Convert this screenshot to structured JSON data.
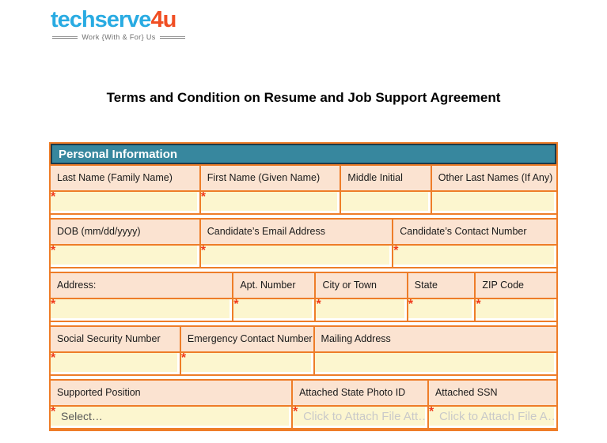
{
  "logo": {
    "brand_primary": "techserve",
    "brand_accent": "4u",
    "tagline": "Work {With & For} Us",
    "colors": {
      "primary": "#29ABE2",
      "accent": "#F04E23"
    }
  },
  "heading": "Terms and Condition on Resume and Job Support Agreement",
  "form": {
    "section_title": "Personal Information",
    "colors": {
      "header_bg": "#37879E",
      "header_border": "#1C3A4A",
      "cell_border": "#EE7D28",
      "label_bg": "#FBE3D1",
      "input_bg": "#FCF6CF",
      "required_marker": "#F0391B"
    },
    "groups": [
      {
        "fields": [
          {
            "label": "Last Name (Family Name)",
            "marker": "*"
          },
          {
            "label": "First Name (Given Name)",
            "marker": "*"
          },
          {
            "label": "Middle Initial",
            "marker": ""
          },
          {
            "label": "Other Last Names (If Any)",
            "marker": ""
          }
        ]
      },
      {
        "fields": [
          {
            "label": "DOB (mm/dd/yyyy)",
            "marker": "*"
          },
          {
            "label": "Candidate’s Email Address",
            "marker": "*"
          },
          {
            "label": "Candidate’s Contact Number",
            "marker": "*"
          }
        ]
      },
      {
        "fields": [
          {
            "label": "Address:",
            "marker": "*"
          },
          {
            "label": "Apt. Number",
            "marker": "*"
          },
          {
            "label": "City or Town",
            "marker": "*"
          },
          {
            "label": "State",
            "marker": "*"
          },
          {
            "label": "ZIP Code",
            "marker": "*"
          }
        ]
      },
      {
        "fields": [
          {
            "label": "Social Security Number",
            "marker": "*"
          },
          {
            "label": "Emergency Contact Number",
            "marker": "*"
          },
          {
            "label": "Mailing Address",
            "marker": ""
          }
        ]
      },
      {
        "fields": [
          {
            "label": "Supported Position",
            "marker": "*",
            "value": "Select…"
          },
          {
            "label": "Attached State Photo ID",
            "marker": "*",
            "placeholder": "Click to Attach File Att…"
          },
          {
            "label": "Attached SSN",
            "marker": "*",
            "placeholder": "Click to Attach File A…"
          }
        ]
      }
    ]
  }
}
